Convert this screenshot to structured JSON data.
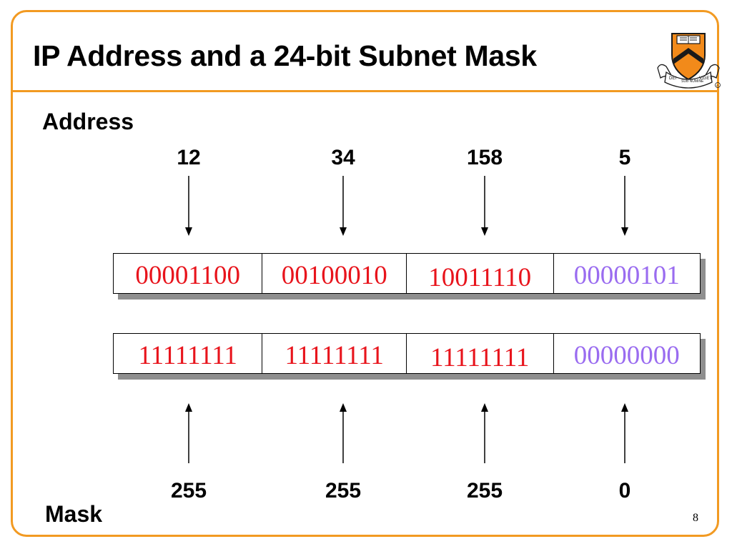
{
  "slide": {
    "title": "IP Address and a 24-bit Subnet Mask",
    "page_number": "8"
  },
  "address": {
    "label": "Address",
    "decimals": [
      "12",
      "34",
      "158",
      "5"
    ],
    "binary": [
      "00001100",
      "00100010",
      "10011110",
      "00000101"
    ]
  },
  "mask": {
    "label": "Mask",
    "decimals": [
      "255",
      "255",
      "255",
      "0"
    ],
    "binary": [
      "11111111",
      "11111111",
      "11111111",
      "00000000"
    ]
  },
  "colors": {
    "frame": "#f29a22",
    "network_bits": "#e8141c",
    "host_bits": "#9a6cf0",
    "shadow": "#8f8f8f"
  },
  "logo": {
    "name": "princeton-shield-icon",
    "motto_left": "DEI",
    "motto_center": "SUB NUMINE",
    "motto_right": "VIGET"
  }
}
